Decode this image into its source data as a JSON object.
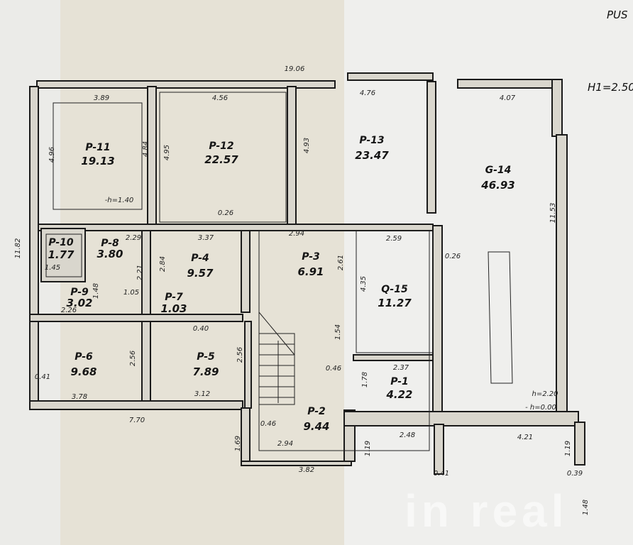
{
  "title": "PUS",
  "height_note": "H1=2.50",
  "watermark": "in real",
  "rooms": [
    {
      "id": "P-11",
      "area": "19.13"
    },
    {
      "id": "P-12",
      "area": "22.57"
    },
    {
      "id": "P-13",
      "area": "23.47"
    },
    {
      "id": "G-14",
      "area": "46.93"
    },
    {
      "id": "P-10",
      "area": "1.77"
    },
    {
      "id": "P-8",
      "area": "3.80"
    },
    {
      "id": "P-4",
      "area": "9.57"
    },
    {
      "id": "P-3",
      "area": "6.91"
    },
    {
      "id": "Q-15",
      "area": "11.27"
    },
    {
      "id": "P-9",
      "area": "3.02"
    },
    {
      "id": "P-7",
      "area": "1.03"
    },
    {
      "id": "P-6",
      "area": "9.68"
    },
    {
      "id": "P-5",
      "area": "7.89"
    },
    {
      "id": "P-1",
      "area": "4.22"
    },
    {
      "id": "P-2",
      "area": "9.44"
    }
  ],
  "dims": [
    "19.06",
    "3.89",
    "4.56",
    "4.76",
    "4.07",
    "4.96",
    "4.84",
    "4.95",
    "4.93",
    "-h=1.40",
    "0.26",
    "2.29",
    "3.37",
    "2.94",
    "2.59",
    "0.26",
    "11.82",
    "11.53",
    "4.35",
    "2.61",
    "2.84",
    "2.21",
    "1.48",
    "1.45",
    "1.05",
    "2.26",
    "0.40",
    "2.56",
    "2.56",
    "0.41",
    "3.78",
    "3.12",
    "7.70",
    "1.54",
    "0.46",
    "2.37",
    "1.78",
    "0.46",
    "2.94",
    "1.69",
    "3.82",
    "2.48",
    "4.21",
    "1.19",
    "1.19",
    "0.41",
    "0.39",
    "h=2.20",
    "- h=0.00",
    "1.48"
  ]
}
